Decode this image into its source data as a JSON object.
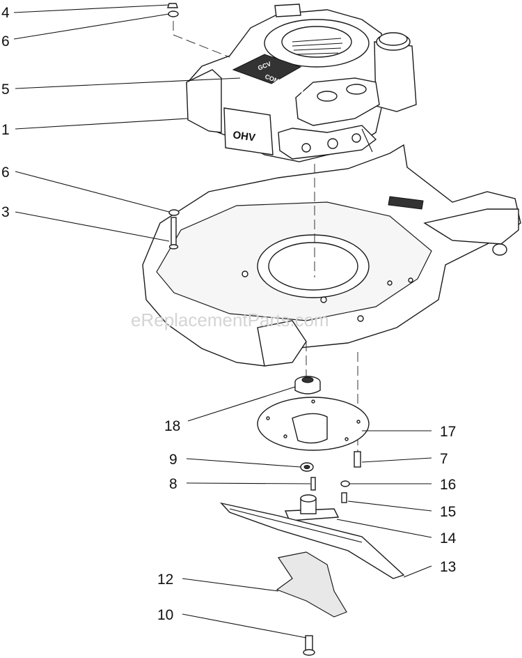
{
  "watermark": "eReplacementParts.com",
  "engine_decal": {
    "brand": "GCV",
    "model": "COMMERCIAL",
    "side_mark": "OHV"
  },
  "callouts": [
    {
      "id": "c4a",
      "number": "4"
    },
    {
      "id": "c6a",
      "number": "6"
    },
    {
      "id": "c5",
      "number": "5"
    },
    {
      "id": "c1",
      "number": "1"
    },
    {
      "id": "c6b",
      "number": "6"
    },
    {
      "id": "c3",
      "number": "3"
    },
    {
      "id": "c18",
      "number": "18"
    },
    {
      "id": "c17",
      "number": "17"
    },
    {
      "id": "c9",
      "number": "9"
    },
    {
      "id": "c7",
      "number": "7"
    },
    {
      "id": "c8",
      "number": "8"
    },
    {
      "id": "c16",
      "number": "16"
    },
    {
      "id": "c15",
      "number": "15"
    },
    {
      "id": "c14",
      "number": "14"
    },
    {
      "id": "c13",
      "number": "13"
    },
    {
      "id": "c12",
      "number": "12"
    },
    {
      "id": "c10",
      "number": "10"
    }
  ]
}
